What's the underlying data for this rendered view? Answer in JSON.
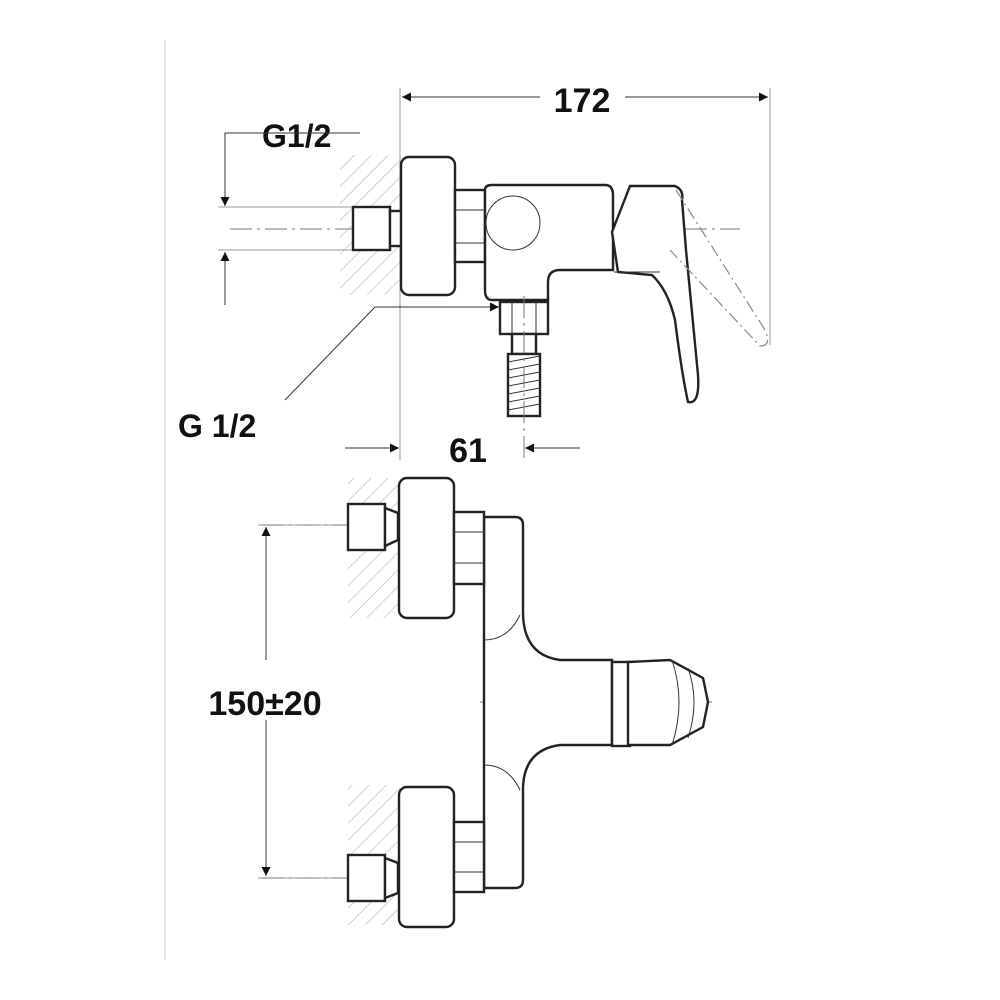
{
  "dimensions": {
    "overall_depth": "172",
    "inlet_thread_top": "G1/2",
    "outlet_thread": "G 1/2",
    "outlet_offset": "61",
    "inlet_spacing": "150±20"
  }
}
